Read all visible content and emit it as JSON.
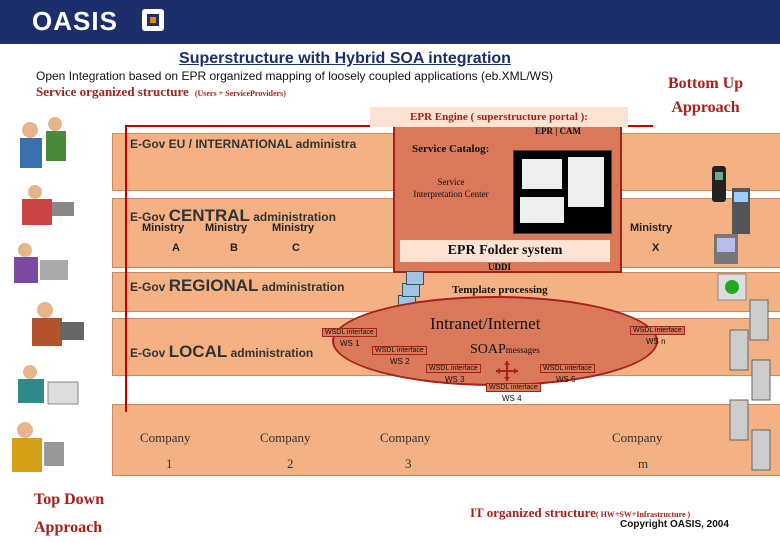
{
  "header": {
    "logo_text": "OASIS"
  },
  "title": "Superstructure with Hybrid SOA integration",
  "subtitle": "Open Integration based on EPR organized mapping of loosely coupled applications (eb.XML/WS)",
  "service_structure": {
    "label": "Service organized structure",
    "note": "(Users + ServiceProviders)"
  },
  "bottom_up": [
    "Bottom Up",
    "Approach"
  ],
  "top_down": [
    "Top Down",
    "Approach"
  ],
  "it_structure": {
    "label": "IT organized structure",
    "note": "( HW+SW+Infrastructure )"
  },
  "copyright": "Copyright OASIS, 2004",
  "levels": {
    "eu": "E-Gov EU / INTERNATIONAL administra",
    "central_prefix": "E-Gov",
    "central_big": "CENTRAL",
    "central_suffix": "administration",
    "regional_prefix": "E-Gov",
    "regional_big": "REGIONAL",
    "regional_suffix": "administration",
    "local_prefix": "E-Gov",
    "local_big": "LOCAL",
    "local_suffix": "administration"
  },
  "ministries": [
    "Ministry",
    "Ministry",
    "Ministry",
    "Ministry"
  ],
  "ministry_ids": [
    "A",
    "B",
    "C",
    "X"
  ],
  "epr": {
    "banner": "EPR Engine ( superstructure portal ):",
    "cam": "EPR | CAM",
    "catalog": "Service Catalog:",
    "interpretation": "Service Interpretation Center",
    "folder": "EPR Folder system",
    "template": "Template   processing",
    "uddi": "UDDI"
  },
  "network": {
    "intranet": "Intranet/Internet",
    "soap": "SOAP",
    "soap_note": "messages"
  },
  "wsdl_label": "WSDL interface",
  "ws": [
    "WS  1",
    "WS  2",
    "WS  3",
    "WS  4",
    "WS  5",
    "WS  n"
  ],
  "companies": [
    "Company",
    "Company",
    "Company",
    "Company"
  ],
  "company_ids": [
    "1",
    "2",
    "3",
    "m"
  ]
}
